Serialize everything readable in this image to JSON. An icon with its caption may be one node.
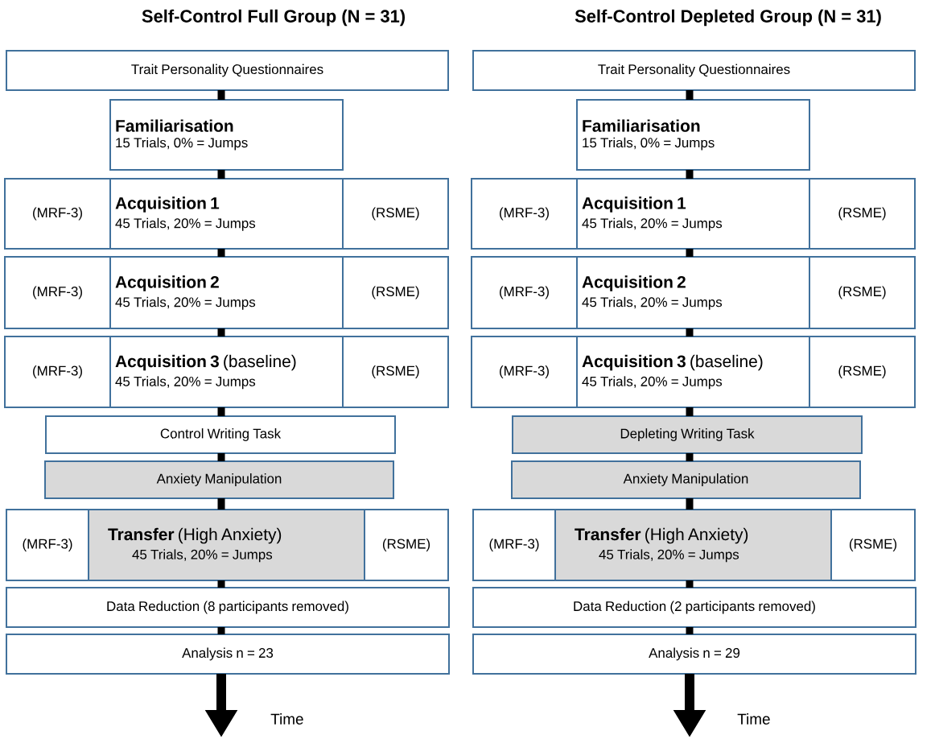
{
  "diagram": {
    "nodes": [
      {
        "text": [
          "Trait Personality Questionnaires"
        ]
      },
      {
        "text": [
          "Familiarisation",
          "15 Trials, 0% = Jumps"
        ]
      },
      {
        "text": [
          "(MRF-3)"
        ]
      },
      {
        "text": [
          "Acquisition 1",
          "45 Trials, 20% = Jumps"
        ]
      },
      {
        "text": [
          "(RSME)"
        ]
      },
      {
        "text": [
          "(MRF-3)"
        ]
      },
      {
        "text": [
          "Acquisition 2",
          "45 Trials, 20% = Jumps"
        ]
      },
      {
        "text": [
          "(RSME)"
        ]
      },
      {
        "text": [
          "(MRF-3)"
        ]
      },
      {
        "text": [
          "**Acquisition 3** (baseline)",
          "45 Trials, 20% = Jumps"
        ]
      },
      {
        "text": [
          "(RSME)"
        ]
      },
      {
        "text": [
          "Control Writing Task"
        ]
      },
      {
        "text": [
          "Anxiety Manipulation"
        ]
      },
      {
        "text": [
          "(MRF-3)"
        ]
      },
      {
        "text": [
          "**Transfer** (High Anxiety)",
          "45 Trials, 20% = Jumps"
        ]
      },
      {
        "text": [
          "(RSME)"
        ]
      },
      {
        "text": [
          "Data Reduction (8 participants removed)"
        ]
      },
      {
        "text": [
          "Analysis n = 23"
        ]
      },
      {
        "text": [
          "Trait Personality Questionnaires"
        ]
      },
      {
        "text": [
          "Familiarisation",
          "15 Trials, 0% = Jumps"
        ]
      },
      {
        "text": [
          "(MRF-3)"
        ]
      },
      {
        "text": [
          "Acquisition 1",
          "45 Trials, 20% = Jumps"
        ]
      },
      {
        "text": [
          "(RSME)"
        ]
      },
      {
        "text": [
          "(MRF-3)"
        ]
      },
      {
        "text": [
          "Acquisition 2",
          "45 Trials, 20% = Jumps"
        ]
      },
      {
        "text": [
          "(RSME)"
        ]
      },
      {
        "text": [
          "(MRF-3)"
        ]
      },
      {
        "text": [
          "**Acquisition 3** (baseline)",
          "45 Trials, 20% = Jumps"
        ]
      },
      {
        "text": [
          "(RSME)"
        ]
      },
      {
        "text": [
          "Depleting Writing Task"
        ]
      },
      {
        "text": [
          "Anxiety Manipulation"
        ]
      },
      {
        "text": [
          "(MRF-3)"
        ]
      },
      {
        "text": [
          "**Transfer** (High Anxiety)",
          "45 Trials, 20% = Jumps"
        ]
      },
      {
        "text": [
          "(RSME)"
        ]
      },
      {
        "text": [
          "Data Reduction (2 participants removed)"
        ]
      },
      {
        "text": [
          "Analysis n = 29"
        ]
      }
    ],
    "edges": [
      {
        "from": 0,
        "to": 1,
        "arrow": "none"
      },
      {
        "from": 1,
        "to": 3,
        "arrow": "none"
      },
      {
        "from": 3,
        "to": 6,
        "arrow": "none"
      },
      {
        "from": 6,
        "to": 9,
        "arrow": "none"
      },
      {
        "from": 9,
        "to": 11,
        "arrow": "none"
      },
      {
        "from": 11,
        "to": 12,
        "arrow": "none"
      },
      {
        "from": 12,
        "to": 14,
        "arrow": "none"
      },
      {
        "from": 14,
        "to": 16,
        "arrow": "none"
      },
      {
        "from": 16,
        "to": 17,
        "arrow": "none"
      },
      {
        "from": 17,
        "to": null,
        "arrow": "to"
      },
      {
        "from": 18,
        "to": 19,
        "arrow": "none"
      },
      {
        "from": 19,
        "to": 21,
        "arrow": "none"
      },
      {
        "from": 21,
        "to": 24,
        "arrow": "none"
      },
      {
        "from": 24,
        "to": 27,
        "arrow": "none"
      },
      {
        "from": 27,
        "to": 29,
        "arrow": "none"
      },
      {
        "from": 29,
        "to": 30,
        "arrow": "none"
      },
      {
        "from": 30,
        "to": 32,
        "arrow": "none"
      },
      {
        "from": 32,
        "to": 34,
        "arrow": "none"
      },
      {
        "from": 34,
        "to": 35,
        "arrow": "none"
      },
      {
        "from": 35,
        "to": null,
        "arrow": "to"
      }
    ],
    "labels": [
      "Self-Control Full Group (N = 31)",
      "Self-Control Depleted Group (N = 31)",
      "Time",
      "Time"
    ]
  }
}
